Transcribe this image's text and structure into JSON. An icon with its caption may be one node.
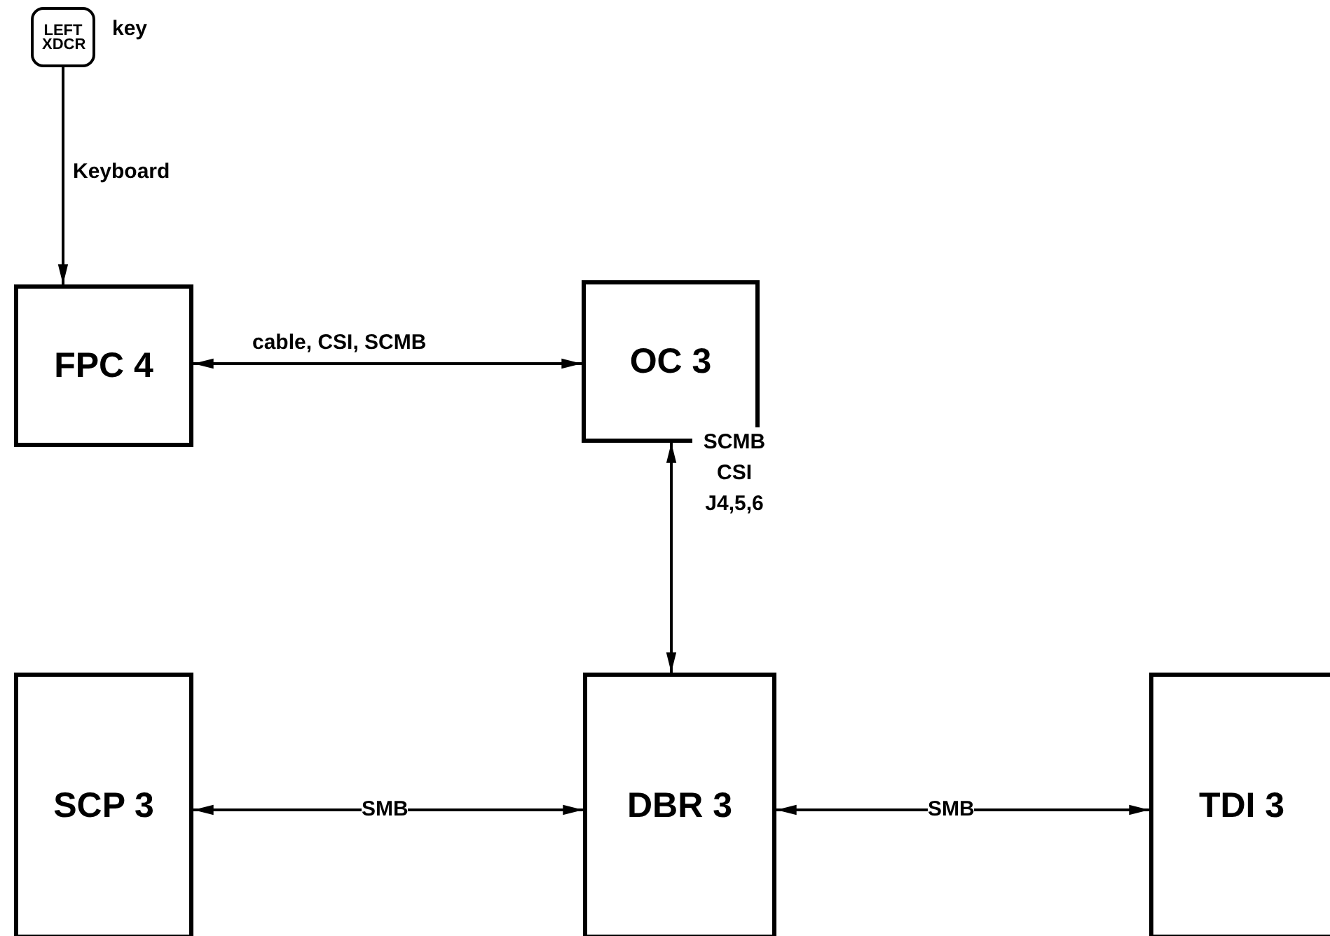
{
  "diagram": {
    "nodes": [
      {
        "text": [
          "LEFT XDCR"
        ],
        "beside": [
          "key"
        ]
      },
      {
        "text": [
          "FPC 4"
        ]
      },
      {
        "text": [
          "OC 3"
        ]
      },
      {
        "text": [
          "SCP 3"
        ]
      },
      {
        "text": [
          "DBR 3"
        ]
      },
      {
        "text": [
          "TDI 3"
        ]
      }
    ],
    "edges": [
      {
        "from": 0,
        "to": 1,
        "arrow": "to",
        "label": "Keyboard"
      },
      {
        "from": 1,
        "to": 2,
        "arrow": "both",
        "label": "cable, CSI, SCMB"
      },
      {
        "from": 2,
        "to": 4,
        "arrow": "both",
        "label": "SCMB CSI J4,5,6"
      },
      {
        "from": 3,
        "to": 4,
        "arrow": "both",
        "label": "SMB"
      },
      {
        "from": 4,
        "to": 5,
        "arrow": "both",
        "label": "SMB"
      }
    ]
  }
}
